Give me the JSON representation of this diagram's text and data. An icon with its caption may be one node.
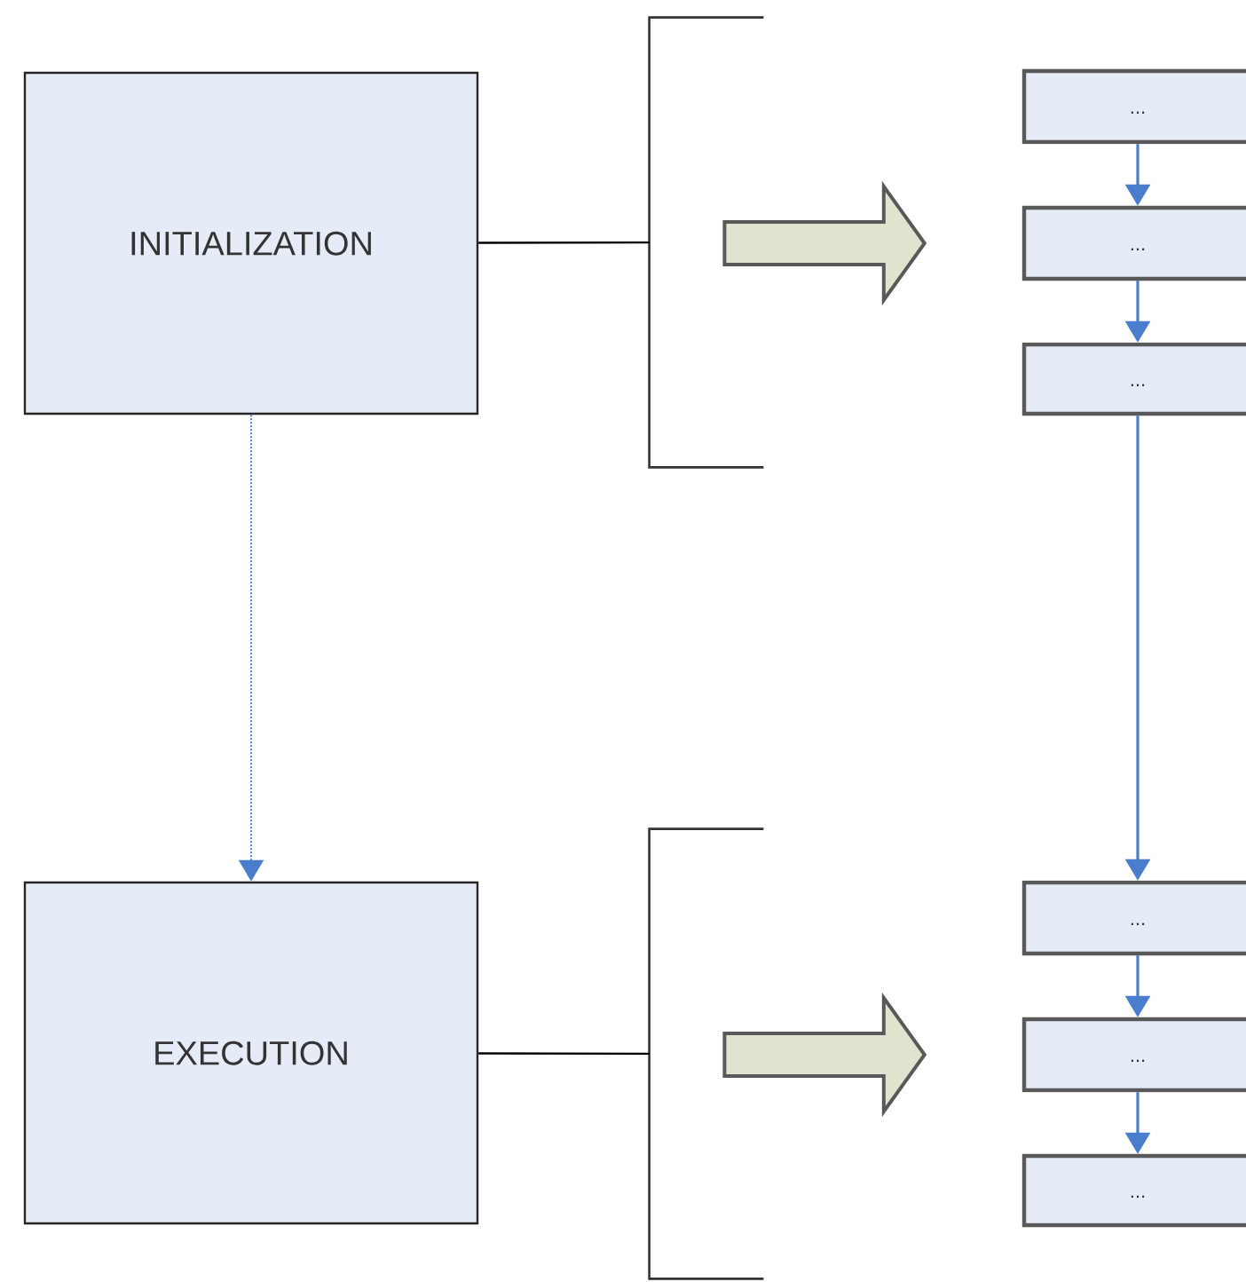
{
  "diagram": {
    "nodes": [
      {
        "text": [
          "INITIALIZATION"
        ]
      },
      {
        "text": [],
        "shape": "bracket"
      },
      {
        "text": [
          "..."
        ]
      },
      {
        "text": [
          "..."
        ]
      },
      {
        "text": [
          "..."
        ]
      },
      {
        "text": [
          "EXECUTION"
        ]
      },
      {
        "text": [],
        "shape": "bracket"
      },
      {
        "text": [
          "..."
        ]
      },
      {
        "text": [
          "..."
        ]
      },
      {
        "text": [
          "..."
        ]
      }
    ],
    "edges": [
      {
        "from": 0,
        "to": 5,
        "arrow": "to",
        "style": "dashed"
      },
      {
        "from": 0,
        "to": 1,
        "arrow": "none",
        "color": "#000000"
      },
      {
        "from": 1,
        "to": 3,
        "arrow": "to",
        "style": "thick",
        "color": "#dfe4cf"
      },
      {
        "from": 2,
        "to": 3,
        "arrow": "to"
      },
      {
        "from": 3,
        "to": 4,
        "arrow": "to"
      },
      {
        "from": 4,
        "to": 7,
        "arrow": "to"
      },
      {
        "from": 5,
        "to": 6,
        "arrow": "none",
        "color": "#000000"
      },
      {
        "from": 6,
        "to": 8,
        "arrow": "to",
        "style": "thick",
        "color": "#dfe4cf"
      },
      {
        "from": 7,
        "to": 8,
        "arrow": "to"
      },
      {
        "from": 8,
        "to": 9,
        "arrow": "to"
      }
    ]
  }
}
